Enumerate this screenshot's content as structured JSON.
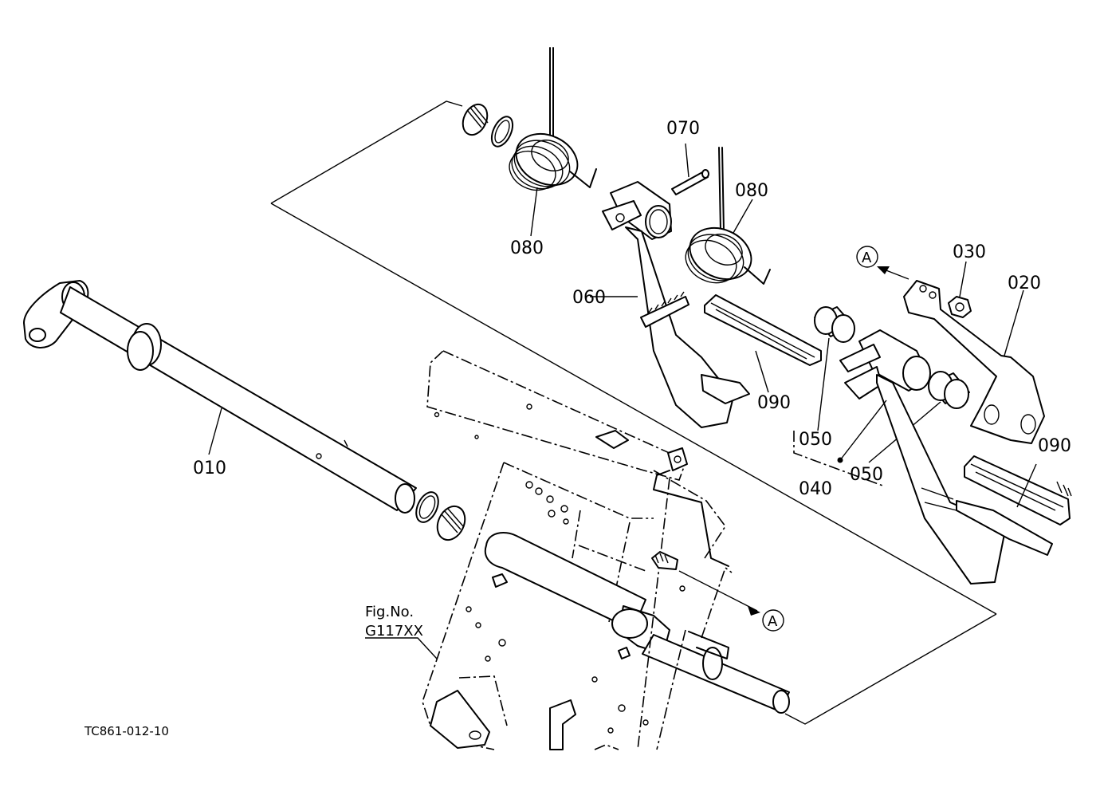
{
  "part_labels": {
    "p010": "010",
    "p020": "020",
    "p030": "030",
    "p040": "040",
    "p050a": "050",
    "p050b": "050",
    "p060": "060",
    "p070": "070",
    "p080a": "080",
    "p080b": "080",
    "p090a": "090",
    "p090b": "090"
  },
  "callouts": {
    "a_top": "A",
    "a_bottom": "A"
  },
  "figure_ref": {
    "line1": "Fig.No.",
    "line2": "G117XX"
  },
  "drawing_code": "TC861-012-10"
}
